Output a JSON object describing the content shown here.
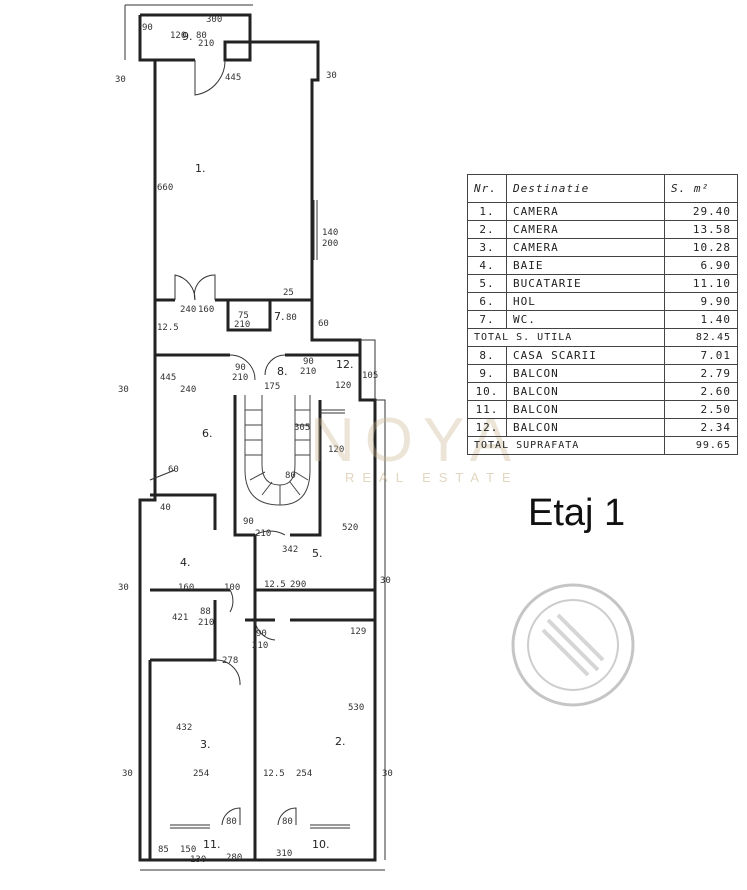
{
  "floor_label": "Etaj 1",
  "watermark": {
    "brand": "NOYA",
    "tagline": "REAL ESTATE"
  },
  "table": {
    "headers": [
      "Nr.",
      "Destinatie",
      "S. m²"
    ],
    "rows": [
      {
        "nr": "1.",
        "name": "CAMERA",
        "area": "29.40"
      },
      {
        "nr": "2.",
        "name": "CAMERA",
        "area": "13.58"
      },
      {
        "nr": "3.",
        "name": "CAMERA",
        "area": "10.28"
      },
      {
        "nr": "4.",
        "name": "BAIE",
        "area": "6.90"
      },
      {
        "nr": "5.",
        "name": "BUCATARIE",
        "area": "11.10"
      },
      {
        "nr": "6.",
        "name": "HOL",
        "area": "9.90"
      },
      {
        "nr": "7.",
        "name": "WC.",
        "area": "1.40"
      }
    ],
    "total_util": {
      "label": "TOTAL S. UTILA",
      "area": "82.45"
    },
    "rows2": [
      {
        "nr": "8.",
        "name": "CASA SCARII",
        "area": "7.01"
      },
      {
        "nr": "9.",
        "name": "BALCON",
        "area": "2.79"
      },
      {
        "nr": "10.",
        "name": "BALCON",
        "area": "2.60"
      },
      {
        "nr": "11.",
        "name": "BALCON",
        "area": "2.50"
      },
      {
        "nr": "12.",
        "name": "BALCON",
        "area": "2.34"
      }
    ],
    "total": {
      "label": "TOTAL SUPRAFATA",
      "area": "99.65"
    }
  },
  "rooms": [
    "1.",
    "2.",
    "3.",
    "4.",
    "5.",
    "6.",
    "7.",
    "8.",
    "9.",
    "10.",
    "11.",
    "12."
  ],
  "dimensions": {
    "top": [
      "90",
      "300",
      "120",
      "210",
      "80",
      "30"
    ],
    "r1_width": "445",
    "r1_height": "660",
    "window_r1": "140",
    "window_r1b": "200",
    "door_r1": "160",
    "door_r1b": "240",
    "hall_width": "240",
    "stair_width": "175",
    "r12_width": "120",
    "r12_height": "105",
    "wc_door": "75",
    "wc_door_b": "210",
    "hall_door": "90",
    "hall_door_b": "210",
    "hall_height": "445",
    "stair_a": "305",
    "stair_b": "80",
    "stair_c": "120",
    "r5_height": "520",
    "r5_width": "290",
    "r4_width": "160",
    "r4_c": "100",
    "r4_h": "421",
    "r4_door": "88",
    "r4_door_b": "210",
    "r3_h": "432",
    "r3_w": "254",
    "r2_w": "254",
    "r2_h": "530",
    "bottom": [
      "85",
      "150",
      "130",
      "280",
      "310"
    ],
    "misc_30": "30",
    "misc_125": "12.5",
    "misc_129": "129",
    "misc_278": "278",
    "misc_25": "25",
    "misc_60": "60",
    "misc_40": "40",
    "misc_342": "342"
  }
}
